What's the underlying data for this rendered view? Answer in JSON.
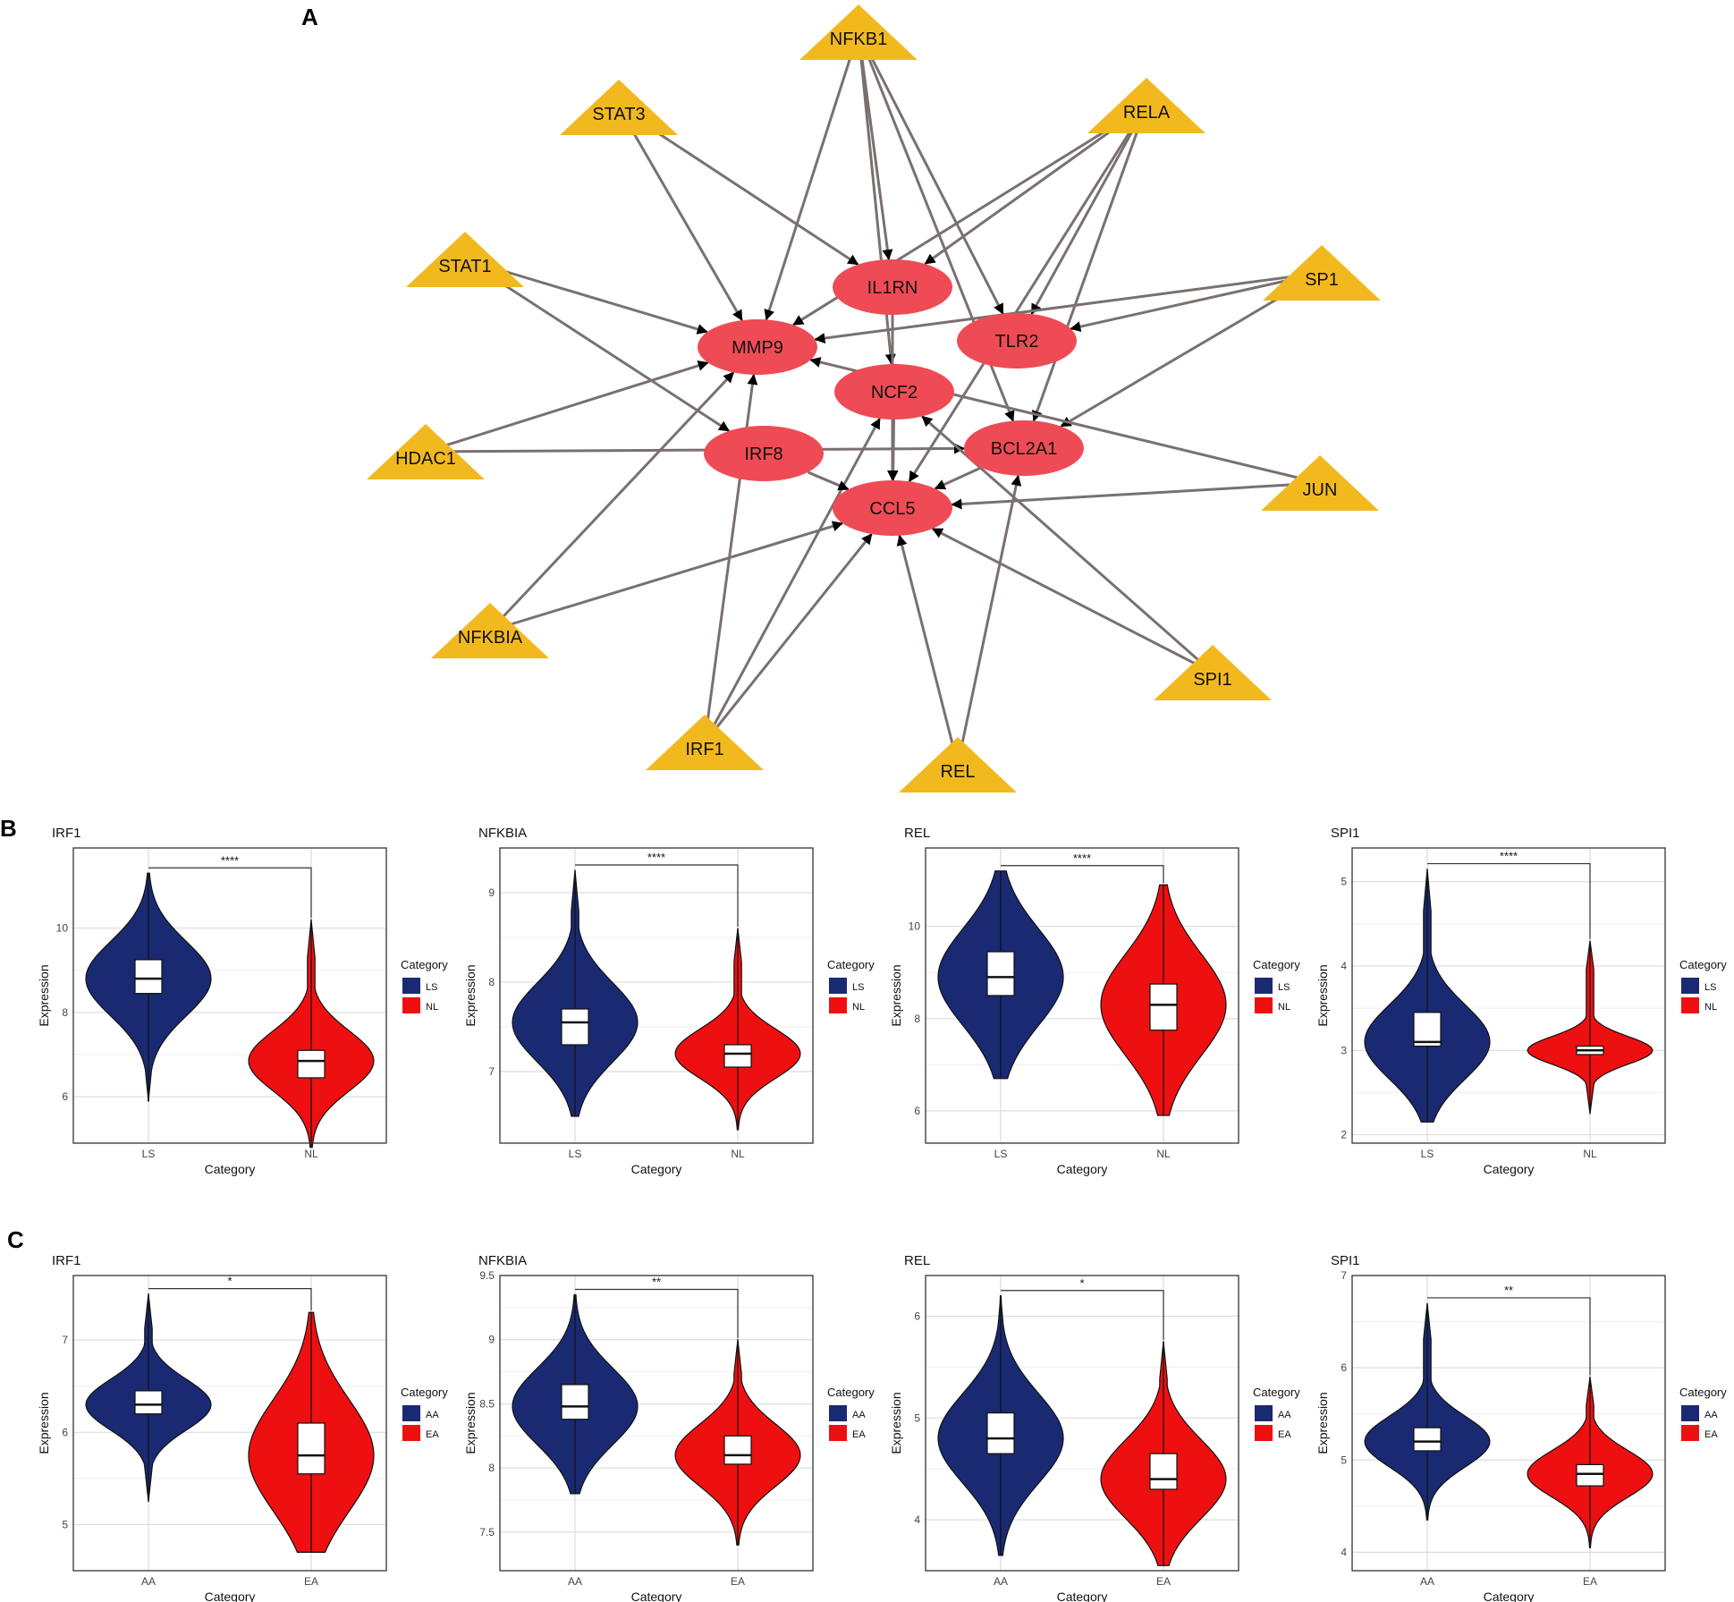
{
  "panels": {
    "A": "A",
    "B": "B",
    "C": "C"
  },
  "colors": {
    "tf": "#f2b91f",
    "target": "#ef4b55",
    "edge": "#7a7070",
    "group1": "#1a2a72",
    "group2": "#ee1010",
    "grid": "#dddddd"
  },
  "network": {
    "tf_nodes": [
      {
        "id": "NFKB1",
        "label": "NFKB1"
      },
      {
        "id": "STAT3",
        "label": "STAT3"
      },
      {
        "id": "RELA",
        "label": "RELA"
      },
      {
        "id": "STAT1",
        "label": "STAT1"
      },
      {
        "id": "SP1",
        "label": "SP1"
      },
      {
        "id": "HDAC1",
        "label": "HDAC1"
      },
      {
        "id": "JUN",
        "label": "JUN"
      },
      {
        "id": "NFKBIA",
        "label": "NFKBIA"
      },
      {
        "id": "SPI1",
        "label": "SPI1"
      },
      {
        "id": "IRF1",
        "label": "IRF1"
      },
      {
        "id": "REL",
        "label": "REL"
      }
    ],
    "target_nodes": [
      {
        "id": "IL1RN",
        "label": "IL1RN"
      },
      {
        "id": "MMP9",
        "label": "MMP9"
      },
      {
        "id": "TLR2",
        "label": "TLR2"
      },
      {
        "id": "NCF2",
        "label": "NCF2"
      },
      {
        "id": "IRF8",
        "label": "IRF8"
      },
      {
        "id": "BCL2A1",
        "label": "BCL2A1"
      },
      {
        "id": "CCL5",
        "label": "CCL5"
      }
    ],
    "edges": [
      [
        "NFKB1",
        "IL1RN"
      ],
      [
        "NFKB1",
        "MMP9"
      ],
      [
        "NFKB1",
        "TLR2"
      ],
      [
        "NFKB1",
        "NCF2"
      ],
      [
        "NFKB1",
        "BCL2A1"
      ],
      [
        "STAT3",
        "IL1RN"
      ],
      [
        "STAT3",
        "MMP9"
      ],
      [
        "RELA",
        "IL1RN"
      ],
      [
        "RELA",
        "MMP9"
      ],
      [
        "RELA",
        "TLR2"
      ],
      [
        "RELA",
        "CCL5"
      ],
      [
        "RELA",
        "BCL2A1"
      ],
      [
        "STAT1",
        "MMP9"
      ],
      [
        "STAT1",
        "IRF8"
      ],
      [
        "SP1",
        "MMP9"
      ],
      [
        "SP1",
        "TLR2"
      ],
      [
        "SP1",
        "BCL2A1"
      ],
      [
        "HDAC1",
        "MMP9"
      ],
      [
        "HDAC1",
        "BCL2A1"
      ],
      [
        "JUN",
        "MMP9"
      ],
      [
        "JUN",
        "CCL5"
      ],
      [
        "NFKBIA",
        "MMP9"
      ],
      [
        "NFKBIA",
        "CCL5"
      ],
      [
        "SPI1",
        "NCF2"
      ],
      [
        "SPI1",
        "CCL5"
      ],
      [
        "IRF1",
        "MMP9"
      ],
      [
        "IRF1",
        "NCF2"
      ],
      [
        "IRF1",
        "CCL5"
      ],
      [
        "REL",
        "CCL5"
      ],
      [
        "REL",
        "BCL2A1"
      ],
      [
        "IL1RN",
        "CCL5"
      ],
      [
        "IRF8",
        "CCL5"
      ],
      [
        "BCL2A1",
        "CCL5"
      ],
      [
        "NCF2",
        "CCL5"
      ]
    ]
  },
  "legend_title": "Category",
  "chart_data": [
    {
      "type": "violin",
      "panel": "B",
      "title": "IRF1",
      "xlabel": "Category",
      "ylabel": "Expression",
      "categories": [
        "LS",
        "NL"
      ],
      "yticks": [
        6,
        8,
        10
      ],
      "ylim": [
        4.9,
        11.9
      ],
      "signif": "****",
      "groups": [
        {
          "name": "LS",
          "q1": 8.45,
          "median": 8.8,
          "q3": 9.25,
          "min": 5.9,
          "max": 11.3
        },
        {
          "name": "NL",
          "q1": 6.45,
          "median": 6.85,
          "q3": 7.1,
          "min": 4.8,
          "max": 10.2
        }
      ]
    },
    {
      "type": "violin",
      "panel": "B",
      "title": "NFKBIA",
      "xlabel": "Category",
      "ylabel": "Expression",
      "categories": [
        "LS",
        "NL"
      ],
      "yticks": [
        7,
        8,
        9
      ],
      "ylim": [
        6.2,
        9.5
      ],
      "signif": "****",
      "groups": [
        {
          "name": "LS",
          "q1": 7.3,
          "median": 7.55,
          "q3": 7.7,
          "min": 6.5,
          "max": 9.25
        },
        {
          "name": "NL",
          "q1": 7.05,
          "median": 7.2,
          "q3": 7.3,
          "min": 6.35,
          "max": 8.6
        }
      ]
    },
    {
      "type": "violin",
      "panel": "B",
      "title": "REL",
      "xlabel": "Category",
      "ylabel": "Expression",
      "categories": [
        "LS",
        "NL"
      ],
      "yticks": [
        6,
        8,
        10
      ],
      "ylim": [
        5.3,
        11.7
      ],
      "signif": "****",
      "groups": [
        {
          "name": "LS",
          "q1": 8.5,
          "median": 8.9,
          "q3": 9.45,
          "min": 6.7,
          "max": 11.2
        },
        {
          "name": "NL",
          "q1": 7.75,
          "median": 8.3,
          "q3": 8.75,
          "min": 5.9,
          "max": 10.9
        }
      ]
    },
    {
      "type": "violin",
      "panel": "B",
      "title": "SPI1",
      "xlabel": "Category",
      "ylabel": "Expression",
      "categories": [
        "LS",
        "NL"
      ],
      "yticks": [
        2,
        3,
        4,
        5
      ],
      "ylim": [
        1.9,
        5.4
      ],
      "signif": "****",
      "groups": [
        {
          "name": "LS",
          "q1": 3.05,
          "median": 3.1,
          "q3": 3.45,
          "min": 2.15,
          "max": 5.15
        },
        {
          "name": "NL",
          "q1": 2.95,
          "median": 3.0,
          "q3": 3.05,
          "min": 2.25,
          "max": 4.3
        }
      ]
    },
    {
      "type": "violin",
      "panel": "C",
      "title": "IRF1",
      "xlabel": "Category",
      "ylabel": "Expression",
      "categories": [
        "AA",
        "EA"
      ],
      "yticks": [
        5,
        6,
        7
      ],
      "ylim": [
        4.5,
        7.7
      ],
      "signif": "*",
      "groups": [
        {
          "name": "AA",
          "q1": 6.2,
          "median": 6.3,
          "q3": 6.45,
          "min": 5.25,
          "max": 7.5
        },
        {
          "name": "EA",
          "q1": 5.55,
          "median": 5.75,
          "q3": 6.1,
          "min": 4.7,
          "max": 7.3
        }
      ]
    },
    {
      "type": "violin",
      "panel": "C",
      "title": "NFKBIA",
      "xlabel": "Category",
      "ylabel": "Expression",
      "categories": [
        "AA",
        "EA"
      ],
      "yticks": [
        7.5,
        8.0,
        8.5,
        9.0,
        9.5
      ],
      "ylim": [
        7.2,
        9.5
      ],
      "signif": "**",
      "groups": [
        {
          "name": "AA",
          "q1": 8.38,
          "median": 8.48,
          "q3": 8.65,
          "min": 7.8,
          "max": 9.35
        },
        {
          "name": "EA",
          "q1": 8.03,
          "median": 8.1,
          "q3": 8.25,
          "min": 7.4,
          "max": 9.0
        }
      ]
    },
    {
      "type": "violin",
      "panel": "C",
      "title": "REL",
      "xlabel": "Category",
      "ylabel": "Expression",
      "categories": [
        "AA",
        "EA"
      ],
      "yticks": [
        4,
        5,
        6
      ],
      "ylim": [
        3.5,
        6.4
      ],
      "signif": "*",
      "groups": [
        {
          "name": "AA",
          "q1": 4.65,
          "median": 4.8,
          "q3": 5.05,
          "min": 3.65,
          "max": 6.2
        },
        {
          "name": "EA",
          "q1": 4.3,
          "median": 4.4,
          "q3": 4.65,
          "min": 3.55,
          "max": 5.75
        }
      ]
    },
    {
      "type": "violin",
      "panel": "C",
      "title": "SPI1",
      "xlabel": "Category",
      "ylabel": "Expression",
      "categories": [
        "AA",
        "EA"
      ],
      "yticks": [
        4,
        5,
        6,
        7
      ],
      "ylim": [
        3.8,
        7.0
      ],
      "signif": "**",
      "groups": [
        {
          "name": "AA",
          "q1": 5.1,
          "median": 5.2,
          "q3": 5.35,
          "min": 4.35,
          "max": 6.7
        },
        {
          "name": "EA",
          "q1": 4.72,
          "median": 4.85,
          "q3": 4.95,
          "min": 4.05,
          "max": 5.9
        }
      ]
    }
  ]
}
